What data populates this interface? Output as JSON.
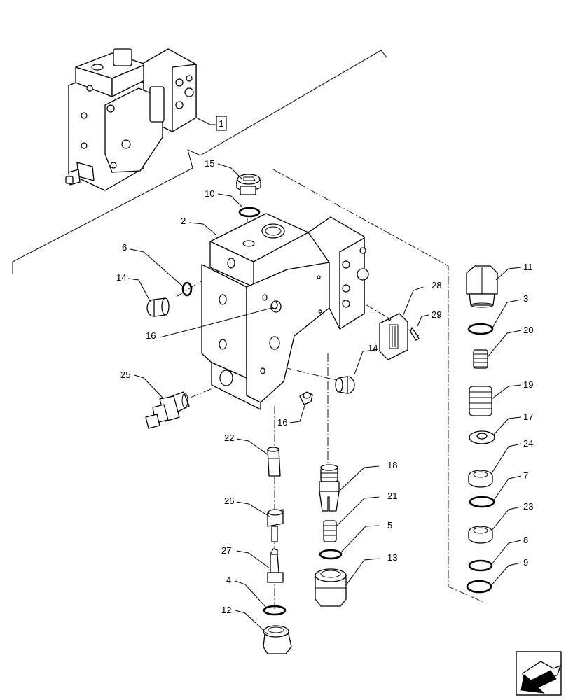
{
  "diagram": {
    "reference_box_label": "1",
    "callouts": [
      {
        "id": "c15",
        "text": "15"
      },
      {
        "id": "c10",
        "text": "10"
      },
      {
        "id": "c2",
        "text": "2"
      },
      {
        "id": "c6",
        "text": "6"
      },
      {
        "id": "c14a",
        "text": "14"
      },
      {
        "id": "c16a",
        "text": "16"
      },
      {
        "id": "c25",
        "text": "25"
      },
      {
        "id": "c16b",
        "text": "16"
      },
      {
        "id": "c14b",
        "text": "14"
      },
      {
        "id": "c28",
        "text": "28"
      },
      {
        "id": "c29",
        "text": "29"
      },
      {
        "id": "c22",
        "text": "22"
      },
      {
        "id": "c26",
        "text": "26"
      },
      {
        "id": "c27",
        "text": "27"
      },
      {
        "id": "c4",
        "text": "4"
      },
      {
        "id": "c12",
        "text": "12"
      },
      {
        "id": "c18",
        "text": "18"
      },
      {
        "id": "c21",
        "text": "21"
      },
      {
        "id": "c5",
        "text": "5"
      },
      {
        "id": "c13",
        "text": "13"
      },
      {
        "id": "c11",
        "text": "11"
      },
      {
        "id": "c3",
        "text": "3"
      },
      {
        "id": "c20",
        "text": "20"
      },
      {
        "id": "c19",
        "text": "19"
      },
      {
        "id": "c17",
        "text": "17"
      },
      {
        "id": "c24",
        "text": "24"
      },
      {
        "id": "c7",
        "text": "7"
      },
      {
        "id": "c23",
        "text": "23"
      },
      {
        "id": "c8",
        "text": "8"
      },
      {
        "id": "c9",
        "text": "9"
      }
    ],
    "nav_icon": "arrow-icon"
  }
}
